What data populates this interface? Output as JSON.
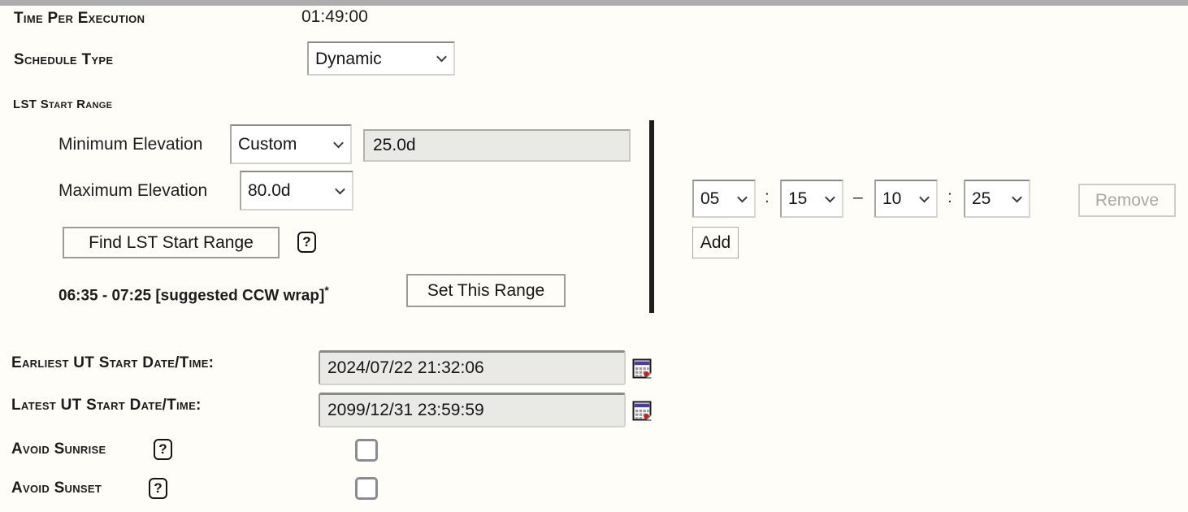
{
  "colors": {
    "background": "#fffdf8",
    "top_bar": "#adadad",
    "divider": "#1d1d1d",
    "input_fill": "#e9e9e6",
    "disabled_text": "#a8a8a8",
    "calendar_header": "#4a3e99",
    "calendar_dot": "#c42222"
  },
  "time_per_execution": {
    "label": "Time Per Execution",
    "value": "01:49:00"
  },
  "schedule_type": {
    "label": "Schedule Type",
    "value": "Dynamic"
  },
  "lst_start_range": {
    "label": "LST Start Range",
    "minimum_elevation": {
      "label": "Minimum Elevation",
      "select_value": "Custom",
      "custom_value": "25.0d"
    },
    "maximum_elevation": {
      "label": "Maximum Elevation",
      "select_value": "80.0d"
    },
    "find_button": "Find LST Start Range",
    "help_icon": "?",
    "suggestion": {
      "text": "06:35 - 07:25 [suggested CCW wrap]",
      "superscript": "*"
    },
    "set_button": "Set This Range",
    "range_editor": {
      "start_hour": "05",
      "start_minute": "15",
      "end_hour": "10",
      "end_minute": "25",
      "hm_separator": ":",
      "range_separator": "–",
      "remove_button": "Remove",
      "add_button": "Add"
    }
  },
  "earliest_ut": {
    "label": "Earliest UT Start Date/Time:",
    "value": "2024/07/22 21:32:06"
  },
  "latest_ut": {
    "label": "Latest UT Start Date/Time:",
    "value": "2099/12/31 23:59:59"
  },
  "avoid_sunrise": {
    "label": "Avoid Sunrise",
    "help_icon": "?",
    "checked": false
  },
  "avoid_sunset": {
    "label": "Avoid Sunset",
    "help_icon": "?",
    "checked": false
  }
}
